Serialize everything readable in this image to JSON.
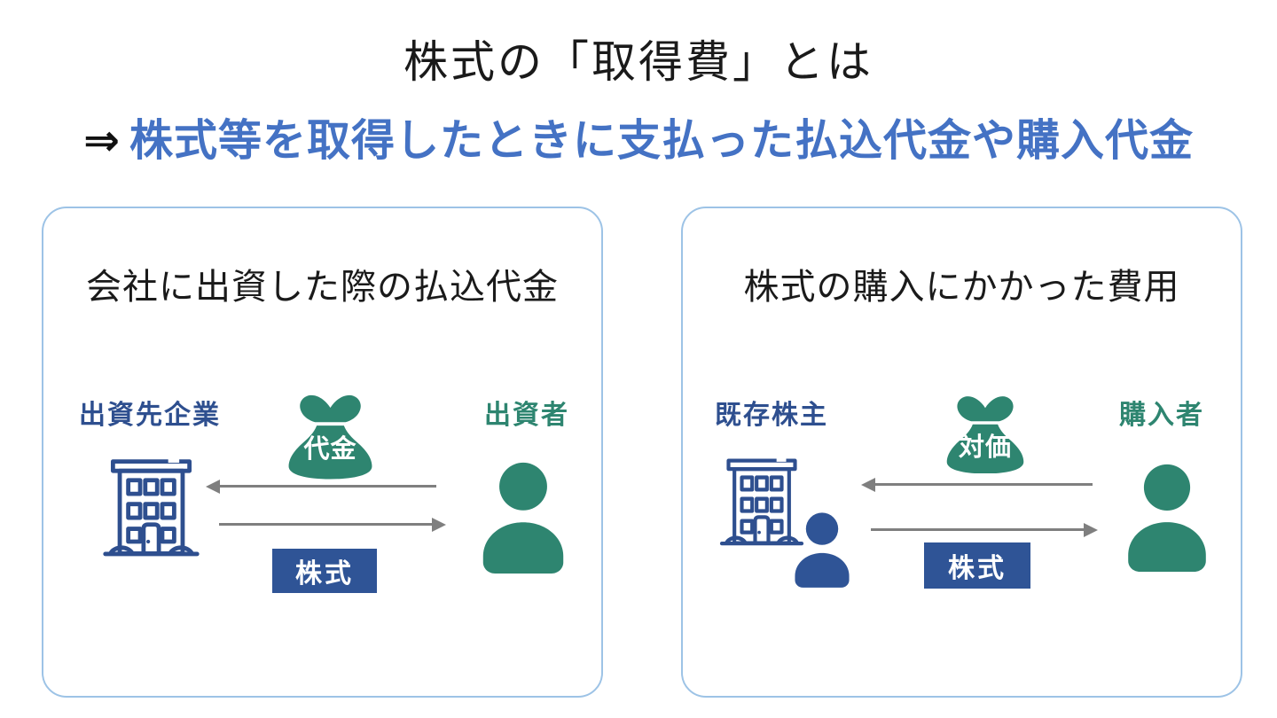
{
  "slide": {
    "title": "株式の「取得費」とは",
    "subtitle_arrow": "⇒",
    "subtitle": "株式等を取得したときに支払った払込代金や購入代金"
  },
  "colors": {
    "title_text": "#1A1A1A",
    "accent_blue": "#4472C4",
    "navy": "#2E4F8F",
    "box_blue": "#2F5496",
    "green": "#2E8570",
    "arrow_gray": "#7F7F7F",
    "panel_border": "#9DC3E6",
    "background": "#FFFFFF"
  },
  "panels": [
    {
      "heading": "会社に出資した際の払込代金",
      "left_entity": {
        "label": "出資先企業",
        "icon": "building-icon"
      },
      "right_entity": {
        "label": "出資者",
        "icon": "person-icon"
      },
      "money_bag": {
        "label": "代金",
        "icon": "money-bag-icon"
      },
      "stock_box": {
        "label": "株式"
      },
      "arrows": {
        "top": "payment-flow-right-to-left",
        "bottom": "stock-flow-left-to-right"
      }
    },
    {
      "heading": "株式の購入にかかった費用",
      "left_entity": {
        "label": "既存株主",
        "icon": "building-person-icon"
      },
      "right_entity": {
        "label": "購入者",
        "icon": "person-icon"
      },
      "money_bag": {
        "label": "対価",
        "icon": "money-bag-icon"
      },
      "stock_box": {
        "label": "株式"
      },
      "arrows": {
        "top": "payment-flow-right-to-left",
        "bottom": "stock-flow-left-to-right"
      }
    }
  ]
}
